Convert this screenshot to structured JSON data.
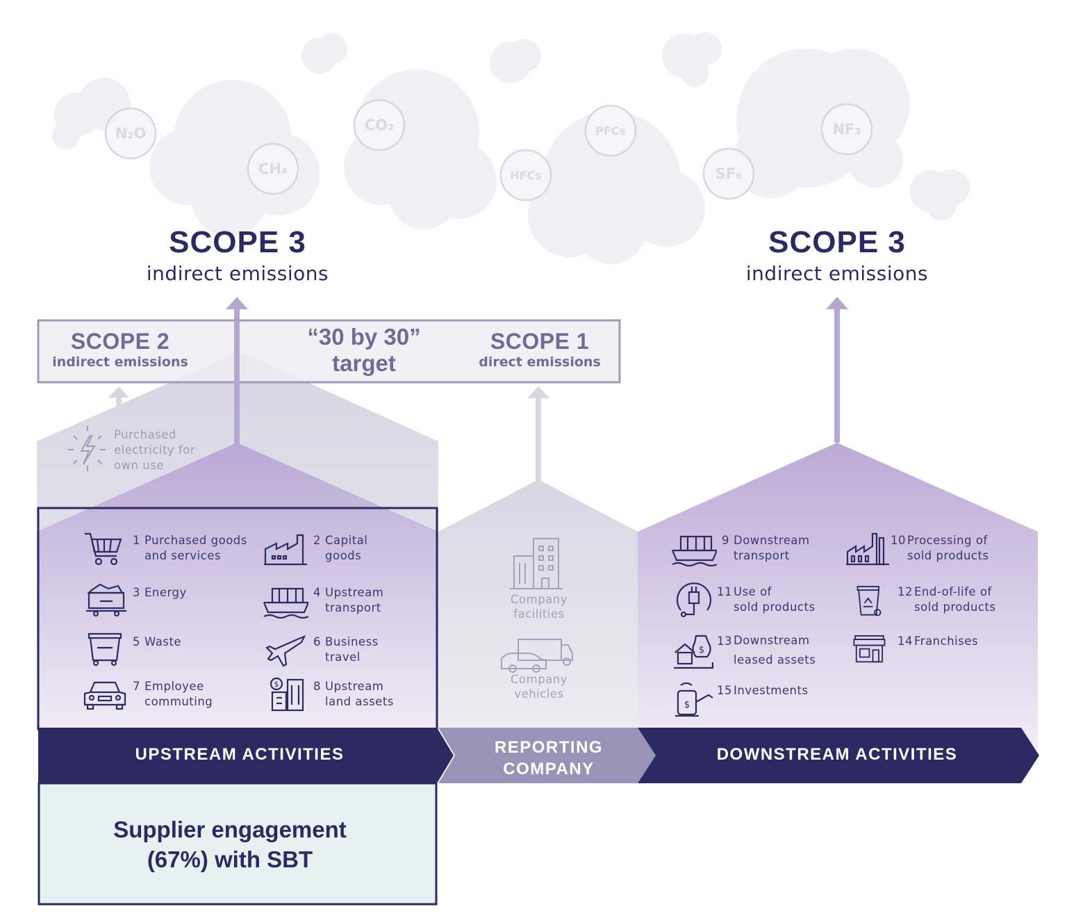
{
  "gases": [
    "N₂O",
    "CO₂",
    "CH₄",
    "HFCs",
    "PFCs",
    "SF₆",
    "NF₃"
  ],
  "scope3_left": {
    "title": "SCOPE 3",
    "subtitle": "indirect emissions"
  },
  "scope3_right": {
    "title": "SCOPE 3",
    "subtitle": "indirect emissions"
  },
  "scope2": {
    "title": "SCOPE 2",
    "subtitle": "indirect emissions"
  },
  "target": {
    "line1": "“30 by 30”",
    "line2": "target"
  },
  "scope1": {
    "title": "SCOPE 1",
    "subtitle": "direct emissions"
  },
  "purchased_electricity": "Purchased\nelectricity for\nown use",
  "upstream": {
    "label": "UPSTREAM ACTIVITIES",
    "items": [
      {
        "num": "1",
        "label": "Purchased goods\nand services",
        "icon": "shopping-cart-icon"
      },
      {
        "num": "2",
        "label": "Capital\ngoods",
        "icon": "factory-icon"
      },
      {
        "num": "3",
        "label": "Energy",
        "icon": "coal-cart-icon"
      },
      {
        "num": "4",
        "label": "Upstream\ntransport",
        "icon": "cargo-ship-icon"
      },
      {
        "num": "5",
        "label": "Waste",
        "icon": "dumpster-icon"
      },
      {
        "num": "6",
        "label": "Business\ntravel",
        "icon": "airplane-icon"
      },
      {
        "num": "7",
        "label": "Employee\ncommuting",
        "icon": "car-icon"
      },
      {
        "num": "8",
        "label": "Upstream\nland assets",
        "icon": "building-dollar-icon"
      }
    ]
  },
  "reporting": {
    "label_line1": "REPORTING",
    "label_line2": "COMPANY",
    "facilities": "Company\nfacilities",
    "vehicles": "Company\nvehicles"
  },
  "downstream": {
    "label": "DOWNSTREAM ACTIVITIES",
    "items": [
      {
        "num": "9",
        "label": "Downstream\ntransport",
        "icon": "cargo-ship-icon"
      },
      {
        "num": "10",
        "label": "Processing of\nsold products",
        "icon": "factory-icon"
      },
      {
        "num": "11",
        "label": "Use of\nsold products",
        "icon": "plug-icon"
      },
      {
        "num": "12",
        "label": "End-of-life of\nsold products",
        "icon": "recycle-bin-icon"
      },
      {
        "num": "13",
        "label": "Downstream\nleased assets",
        "icon": "house-money-icon"
      },
      {
        "num": "14",
        "label": "Franchises",
        "icon": "storefront-icon"
      },
      {
        "num": "15",
        "label": "Investments",
        "icon": "watering-can-icon"
      }
    ]
  },
  "supplier_engagement": {
    "line1": "Supplier engagement",
    "line2": "(67%) with SBT"
  },
  "colors": {
    "navy": "#2c2a63",
    "purple": "#b9a7d3",
    "light_purple": "#ece5f3",
    "grey_band": "#dcdbe6",
    "reporting_band": "#9993b8",
    "mint": "#e6f2f0"
  }
}
